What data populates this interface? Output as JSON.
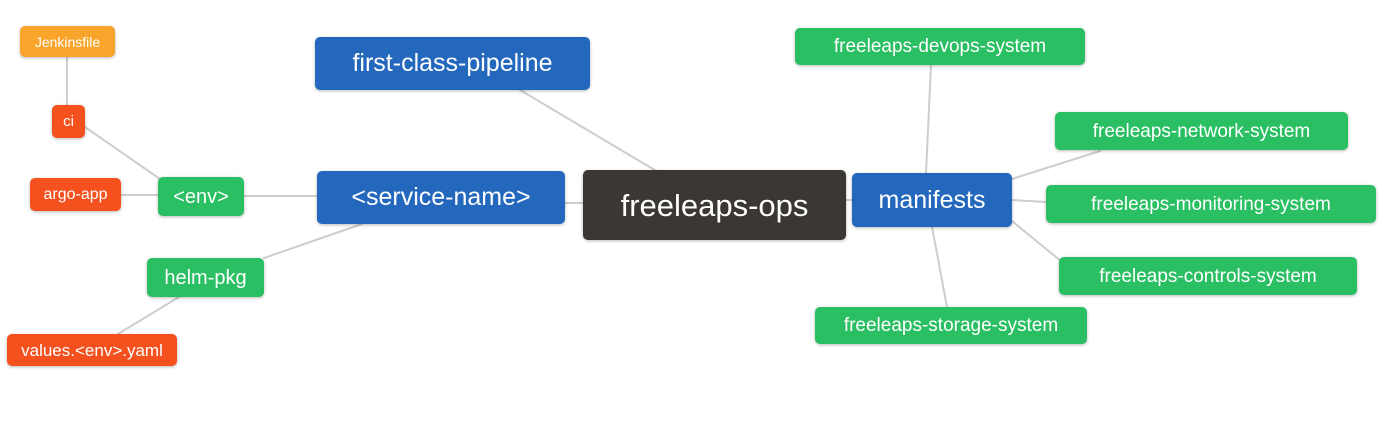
{
  "diagram": {
    "type": "mindmap",
    "root": "freeleaps-ops"
  },
  "palette": {
    "blue": "#2468bd",
    "green": "#29bf62",
    "red": "#f4511e",
    "orange": "#f9a42a",
    "dark": "#3b3733",
    "edge": "#cdcdcd",
    "node_text": "#ffffff",
    "background": "#ffffff"
  },
  "nodes": {
    "jenkinsfile": {
      "label": "Jenkinsfile",
      "color": "orange"
    },
    "ci": {
      "label": "ci",
      "color": "red"
    },
    "argo_app": {
      "label": "argo-app",
      "color": "red"
    },
    "env": {
      "label": "<env>",
      "color": "green"
    },
    "helm_pkg": {
      "label": "helm-pkg",
      "color": "green"
    },
    "values_env_yaml": {
      "label": "values.<env>.yaml",
      "color": "red"
    },
    "first_class_pipeline": {
      "label": "first-class-pipeline",
      "color": "blue"
    },
    "service_name": {
      "label": "<service-name>",
      "color": "blue"
    },
    "freeleaps_ops": {
      "label": "freeleaps-ops",
      "color": "dark"
    },
    "manifests": {
      "label": "manifests",
      "color": "blue"
    },
    "devops_system": {
      "label": "freeleaps-devops-system",
      "color": "green"
    },
    "network_system": {
      "label": "freeleaps-network-system",
      "color": "green"
    },
    "monitoring_system": {
      "label": "freeleaps-monitoring-system",
      "color": "green"
    },
    "controls_system": {
      "label": "freeleaps-controls-system",
      "color": "green"
    },
    "storage_system": {
      "label": "freeleaps-storage-system",
      "color": "green"
    }
  },
  "edges": [
    [
      "jenkinsfile",
      "ci"
    ],
    [
      "ci",
      "env"
    ],
    [
      "argo_app",
      "env"
    ],
    [
      "env",
      "service_name"
    ],
    [
      "helm_pkg",
      "service_name"
    ],
    [
      "values_env_yaml",
      "helm_pkg"
    ],
    [
      "first_class_pipeline",
      "freeleaps_ops"
    ],
    [
      "service_name",
      "freeleaps_ops"
    ],
    [
      "freeleaps_ops",
      "manifests"
    ],
    [
      "manifests",
      "devops_system"
    ],
    [
      "manifests",
      "network_system"
    ],
    [
      "manifests",
      "monitoring_system"
    ],
    [
      "manifests",
      "controls_system"
    ],
    [
      "manifests",
      "storage_system"
    ]
  ]
}
